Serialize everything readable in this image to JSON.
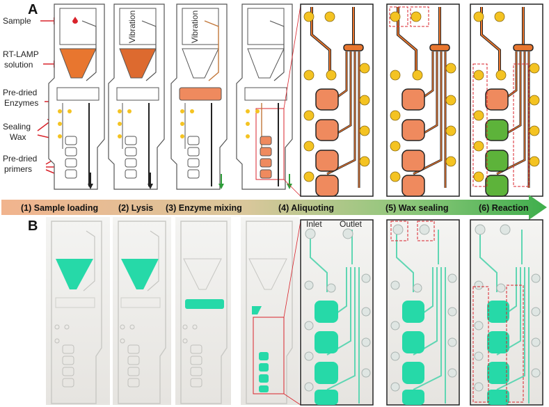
{
  "panels": {
    "a": "A",
    "b": "B"
  },
  "labels": {
    "sample": "Sample",
    "rt_lamp_1": "RT-LAMP",
    "rt_lamp_2": "solution",
    "enzymes_1": "Pre-dried",
    "enzymes_2": "Enzymes",
    "wax_1": "Sealing",
    "wax_2": "Wax",
    "primers_1": "Pre-dried",
    "primers_2": "primers"
  },
  "vibration": [
    "Vibration",
    "Vibration"
  ],
  "steps": [
    "(1) Sample loading",
    "(2) Lysis",
    "(3) Enzyme mixing",
    "(4) Aliquoting",
    "(5) Wax sealing",
    "(6) Reaction"
  ],
  "photo_labels": {
    "inlet": "Inlet",
    "outlet": "Outlet"
  },
  "colors": {
    "orange": "#EF8A5E",
    "green": "#5DB33A",
    "yellow": "#F4C322",
    "teal": "#26D9A8",
    "red": "#D9232B"
  }
}
